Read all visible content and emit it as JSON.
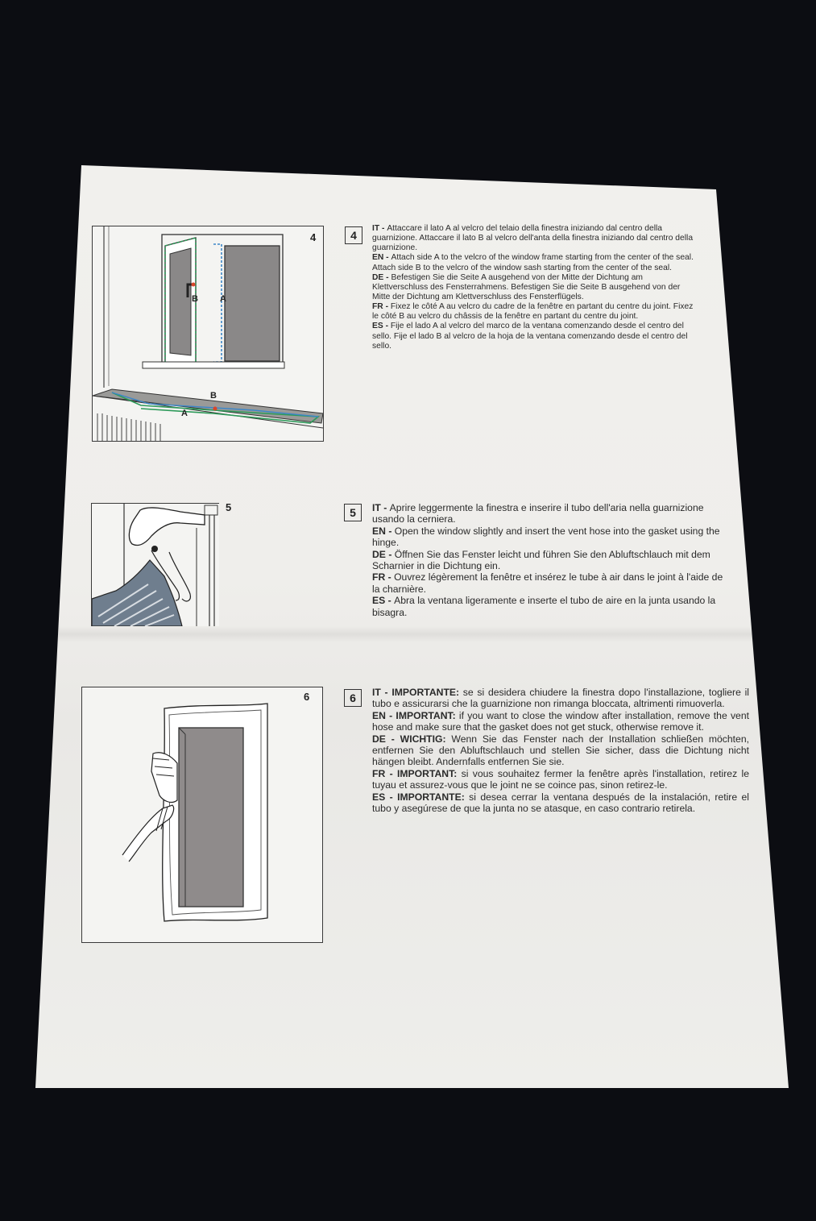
{
  "steps": [
    {
      "num": "4",
      "fig_num": "4",
      "fig_labels": {
        "a": "A",
        "b": "B",
        "a2": "A",
        "b2": "B"
      },
      "paragraphs": [
        {
          "lang": "IT - ",
          "text": "Attaccare il lato A al velcro del telaio della finestra iniziando dal centro della guarnizione. Attaccare il lato B al velcro dell'anta della finestra iniziando dal centro della guarnizione."
        },
        {
          "lang": "EN - ",
          "text": "Attach side A to the velcro of the window frame starting from the center of the seal. Attach side B to the velcro of the window sash starting from the center of the seal."
        },
        {
          "lang": "DE - ",
          "text": "Befestigen Sie die Seite A ausgehend von der Mitte der Dichtung am Klettverschluss des Fensterrahmens. Befestigen Sie die Seite B ausgehend von der Mitte der Dichtung am Klettverschluss des Fensterflügels."
        },
        {
          "lang": "FR - ",
          "text": "Fixez le côté A au velcro du cadre de la fenêtre en partant du centre du joint. Fixez le côté B au velcro du châssis de la fenêtre en partant du centre du joint."
        },
        {
          "lang": "ES - ",
          "text": "Fije el lado A al velcro del marco de la ventana comenzando desde el centro del sello. Fije el lado B al velcro de la hoja de la ventana comenzando desde el centro del sello."
        }
      ]
    },
    {
      "num": "5",
      "fig_num": "5",
      "paragraphs": [
        {
          "lang": "IT - ",
          "text": "Aprire leggermente la finestra e inserire il tubo dell'aria nella guarnizione usando la cerniera."
        },
        {
          "lang": "EN - ",
          "text": "Open the window slightly and insert the vent hose into the gasket using the hinge."
        },
        {
          "lang": "DE - ",
          "text": "Öffnen Sie das Fenster leicht und führen Sie den Abluftschlauch mit dem Scharnier in die Dichtung ein."
        },
        {
          "lang": "FR - ",
          "text": "Ouvrez légèrement la fenêtre et insérez le tube à air dans le joint à l'aide de la charnière."
        },
        {
          "lang": "ES - ",
          "text": "Abra la ventana ligeramente e inserte el tubo de aire en la junta usando la bisagra."
        }
      ]
    },
    {
      "num": "6",
      "fig_num": "6",
      "paragraphs": [
        {
          "lang": "IT - IMPORTANTE:",
          "text": " se si desidera chiudere la finestra dopo l'installazione, togliere il tubo e assicurarsi che la guarnizione non rimanga bloccata, altrimenti rimuoverla."
        },
        {
          "lang": "EN - IMPORTANT:",
          "text": " if you want to close the window after installation, remove the vent hose and make sure that the gasket does not get stuck, otherwise remove it."
        },
        {
          "lang": "DE - WICHTIG:",
          "text": " Wenn Sie das Fenster nach der Installation schließen möchten, entfernen Sie den Abluftschlauch und stellen Sie sicher, dass die Dichtung nicht hängen bleibt. Andernfalls entfernen Sie sie."
        },
        {
          "lang": "FR - IMPORTANT:",
          "text": " si vous souhaitez fermer la fenêtre après l'installation, retirez le tuyau et assurez-vous que le joint ne se coince pas, sinon retirez-le."
        },
        {
          "lang": "ES - IMPORTANTE:",
          "text": " si desea cerrar la ventana después de la instalación, retire el tubo y asegúrese de que la junta no se atasque, en caso contrario retirela."
        }
      ]
    }
  ],
  "print_code": "2_1220",
  "colors": {
    "background": "#0c0d12",
    "paper": "#efeeeb",
    "ink": "#2a2a2a",
    "seal_green": "#2e9a5a",
    "seal_blue": "#3b86c8",
    "marker_red": "#d9452b"
  }
}
